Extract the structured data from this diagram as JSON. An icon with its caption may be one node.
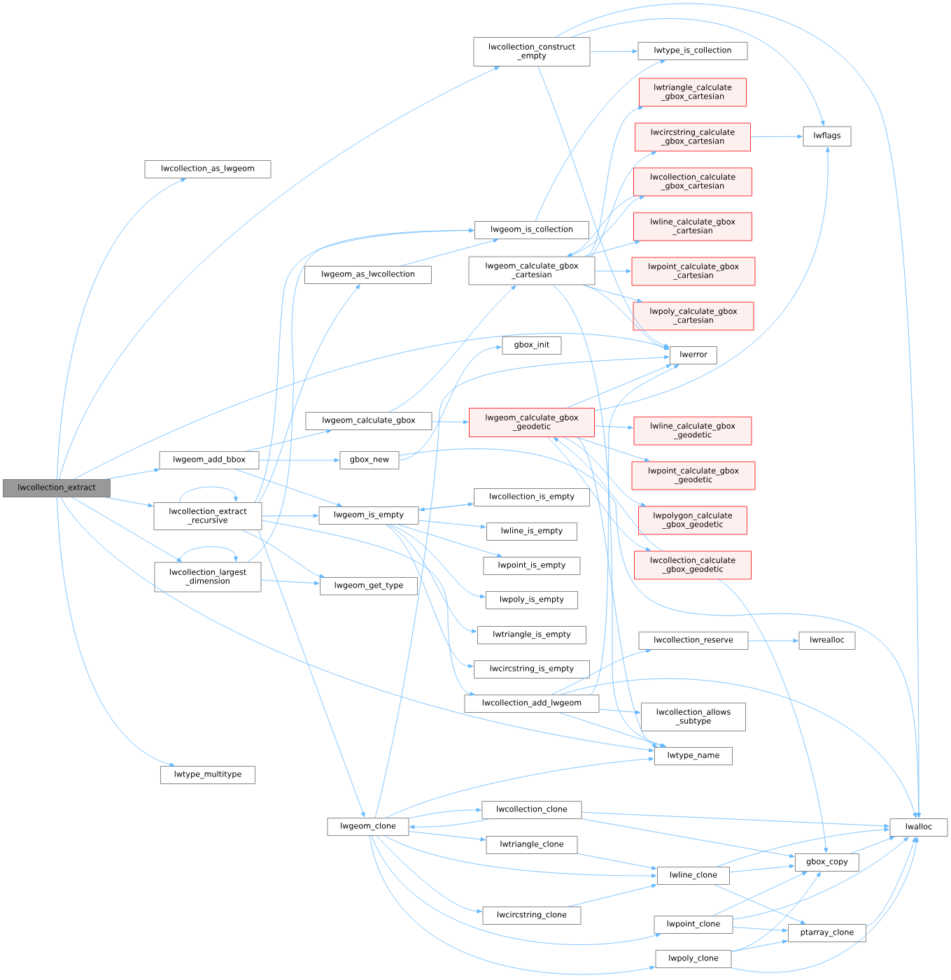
{
  "diagram": {
    "nodes": [
      {
        "text": [
          "lwcollection_extract"
        ]
      },
      {
        "text": [
          "lwcollection_as_lwgeom"
        ]
      },
      {
        "text": [
          "lwcollection_construct _empty"
        ]
      },
      {
        "text": [
          "lwtype_is_collection"
        ]
      },
      {
        "text": [
          "lwtriangle_calculate _gbox_cartesian"
        ]
      },
      {
        "text": [
          "lwcircstring_calculate _gbox_cartesian"
        ]
      },
      {
        "text": [
          "lwflags"
        ]
      },
      {
        "text": [
          "lwcollection_calculate _gbox_cartesian"
        ]
      },
      {
        "text": [
          "lwgeom_is_collection"
        ]
      },
      {
        "text": [
          "lwline_calculate_gbox _cartesian"
        ]
      },
      {
        "text": [
          "lwgeom_as_lwcollection"
        ]
      },
      {
        "text": [
          "lwgeom_calculate_gbox _cartesian"
        ]
      },
      {
        "text": [
          "lwpoint_calculate_gbox _cartesian"
        ]
      },
      {
        "text": [
          "lwpoly_calculate_gbox _cartesian"
        ]
      },
      {
        "text": [
          "gbox_init"
        ]
      },
      {
        "text": [
          "lwerror"
        ]
      },
      {
        "text": [
          "lwgeom_calculate_gbox"
        ]
      },
      {
        "text": [
          "lwgeom_calculate_gbox _geodetic"
        ]
      },
      {
        "text": [
          "lwline_calculate_gbox _geodetic"
        ]
      },
      {
        "text": [
          "lwgeom_add_bbox"
        ]
      },
      {
        "text": [
          "gbox_new"
        ]
      },
      {
        "text": [
          "lwpoint_calculate_gbox _geodetic"
        ]
      },
      {
        "text": [
          "lwcollection_extract _recursive"
        ]
      },
      {
        "text": [
          "lwgeom_is_empty"
        ]
      },
      {
        "text": [
          "lwcollection_is_empty"
        ]
      },
      {
        "text": [
          "lwpolygon_calculate _gbox_geodetic"
        ]
      },
      {
        "text": [
          "lwline_is_empty"
        ]
      },
      {
        "text": [
          "lwcollection_largest _dimension"
        ]
      },
      {
        "text": [
          "lwcollection_calculate _gbox_geodetic"
        ]
      },
      {
        "text": [
          "lwpoint_is_empty"
        ]
      },
      {
        "text": [
          "lwgeom_get_type"
        ]
      },
      {
        "text": [
          "lwpoly_is_empty"
        ]
      },
      {
        "text": [
          "lwtriangle_is_empty"
        ]
      },
      {
        "text": [
          "lwcollection_reserve"
        ]
      },
      {
        "text": [
          "lwrealloc"
        ]
      },
      {
        "text": [
          "lwcircstring_is_empty"
        ]
      },
      {
        "text": [
          "lwcollection_add_lwgeom"
        ]
      },
      {
        "text": [
          "lwcollection_allows _subtype"
        ]
      },
      {
        "text": [
          "lwtype_name"
        ]
      },
      {
        "text": [
          "lwtype_multitype"
        ]
      },
      {
        "text": [
          "lwcollection_clone"
        ]
      },
      {
        "text": [
          "lwgeom_clone"
        ]
      },
      {
        "text": [
          "lwalloc"
        ]
      },
      {
        "text": [
          "lwtriangle_clone"
        ]
      },
      {
        "text": [
          "gbox_copy"
        ]
      },
      {
        "text": [
          "lwline_clone"
        ]
      },
      {
        "text": [
          "lwcircstring_clone"
        ]
      },
      {
        "text": [
          "lwpoint_clone"
        ]
      },
      {
        "text": [
          "ptarray_clone"
        ]
      },
      {
        "text": [
          "lwpoly_clone"
        ]
      }
    ],
    "edges": [
      {
        "from": 0,
        "to": 1,
        "arrow": "to"
      },
      {
        "from": 0,
        "to": 2,
        "arrow": "to"
      },
      {
        "from": 0,
        "to": 15,
        "arrow": "to"
      },
      {
        "from": 0,
        "to": 19,
        "arrow": "to"
      },
      {
        "from": 0,
        "to": 22,
        "arrow": "to"
      },
      {
        "from": 0,
        "to": 27,
        "arrow": "to"
      },
      {
        "from": 0,
        "to": 38,
        "arrow": "to"
      },
      {
        "from": 0,
        "to": 39,
        "arrow": "to"
      },
      {
        "from": 2,
        "to": 3,
        "arrow": "to"
      },
      {
        "from": 2,
        "to": 6,
        "arrow": "to"
      },
      {
        "from": 2,
        "to": 42,
        "arrow": "to"
      },
      {
        "from": 2,
        "to": 15,
        "arrow": "to"
      },
      {
        "from": 8,
        "to": 3,
        "arrow": "to"
      },
      {
        "from": 5,
        "to": 6,
        "arrow": "to"
      },
      {
        "from": 11,
        "to": 4,
        "arrow": "to"
      },
      {
        "from": 11,
        "to": 5,
        "arrow": "to"
      },
      {
        "from": 11,
        "to": 7,
        "arrow": "to"
      },
      {
        "from": 11,
        "to": 9,
        "arrow": "to"
      },
      {
        "from": 11,
        "to": 12,
        "arrow": "to"
      },
      {
        "from": 11,
        "to": 13,
        "arrow": "to"
      },
      {
        "from": 11,
        "to": 15,
        "arrow": "to"
      },
      {
        "from": 11,
        "to": 38,
        "arrow": "to"
      },
      {
        "from": 7,
        "to": 11,
        "arrow": "to"
      },
      {
        "from": 16,
        "to": 11,
        "arrow": "to"
      },
      {
        "from": 16,
        "to": 17,
        "arrow": "to"
      },
      {
        "from": 17,
        "to": 15,
        "arrow": "to"
      },
      {
        "from": 17,
        "to": 6,
        "arrow": "to"
      },
      {
        "from": 17,
        "to": 18,
        "arrow": "to"
      },
      {
        "from": 17,
        "to": 21,
        "arrow": "to"
      },
      {
        "from": 17,
        "to": 25,
        "arrow": "to"
      },
      {
        "from": 17,
        "to": 28,
        "arrow": "to"
      },
      {
        "from": 17,
        "to": 38,
        "arrow": "to"
      },
      {
        "from": 28,
        "to": 17,
        "arrow": "to"
      },
      {
        "from": 28,
        "to": 44,
        "arrow": "to"
      },
      {
        "from": 20,
        "to": 14,
        "arrow": "to"
      },
      {
        "from": 20,
        "to": 42,
        "arrow": "to"
      },
      {
        "from": 19,
        "to": 16,
        "arrow": "to"
      },
      {
        "from": 19,
        "to": 20,
        "arrow": "to"
      },
      {
        "from": 19,
        "to": 23,
        "arrow": "to"
      },
      {
        "from": 22,
        "to": 22,
        "arrow": "to"
      },
      {
        "from": 22,
        "to": 8,
        "arrow": "to"
      },
      {
        "from": 22,
        "to": 10,
        "arrow": "to"
      },
      {
        "from": 22,
        "to": 23,
        "arrow": "to"
      },
      {
        "from": 22,
        "to": 30,
        "arrow": "to"
      },
      {
        "from": 22,
        "to": 36,
        "arrow": "to"
      },
      {
        "from": 22,
        "to": 41,
        "arrow": "to"
      },
      {
        "from": 27,
        "to": 27,
        "arrow": "to"
      },
      {
        "from": 27,
        "to": 30,
        "arrow": "to"
      },
      {
        "from": 27,
        "to": 8,
        "arrow": "to"
      },
      {
        "from": 10,
        "to": 8,
        "arrow": "to"
      },
      {
        "from": 24,
        "to": 23,
        "arrow": "to"
      },
      {
        "from": 23,
        "to": 24,
        "arrow": "to"
      },
      {
        "from": 23,
        "to": 26,
        "arrow": "to"
      },
      {
        "from": 23,
        "to": 29,
        "arrow": "to"
      },
      {
        "from": 23,
        "to": 31,
        "arrow": "to"
      },
      {
        "from": 23,
        "to": 32,
        "arrow": "to"
      },
      {
        "from": 23,
        "to": 35,
        "arrow": "to"
      },
      {
        "from": 36,
        "to": 33,
        "arrow": "to"
      },
      {
        "from": 36,
        "to": 15,
        "arrow": "to"
      },
      {
        "from": 36,
        "to": 42,
        "arrow": "to"
      },
      {
        "from": 36,
        "to": 37,
        "arrow": "to"
      },
      {
        "from": 36,
        "to": 38,
        "arrow": "to"
      },
      {
        "from": 33,
        "to": 34,
        "arrow": "to"
      },
      {
        "from": 41,
        "to": 15,
        "arrow": "to"
      },
      {
        "from": 41,
        "to": 38,
        "arrow": "to"
      },
      {
        "from": 41,
        "to": 40,
        "arrow": "to"
      },
      {
        "from": 40,
        "to": 41,
        "arrow": "to"
      },
      {
        "from": 41,
        "to": 43,
        "arrow": "to"
      },
      {
        "from": 41,
        "to": 45,
        "arrow": "to"
      },
      {
        "from": 41,
        "to": 46,
        "arrow": "to"
      },
      {
        "from": 41,
        "to": 47,
        "arrow": "to"
      },
      {
        "from": 41,
        "to": 49,
        "arrow": "to"
      },
      {
        "from": 40,
        "to": 42,
        "arrow": "to"
      },
      {
        "from": 40,
        "to": 44,
        "arrow": "to"
      },
      {
        "from": 43,
        "to": 45,
        "arrow": "to"
      },
      {
        "from": 46,
        "to": 45,
        "arrow": "to"
      },
      {
        "from": 45,
        "to": 42,
        "arrow": "to"
      },
      {
        "from": 45,
        "to": 44,
        "arrow": "to"
      },
      {
        "from": 45,
        "to": 48,
        "arrow": "to"
      },
      {
        "from": 47,
        "to": 44,
        "arrow": "to"
      },
      {
        "from": 47,
        "to": 48,
        "arrow": "to"
      },
      {
        "from": 47,
        "to": 42,
        "arrow": "to"
      },
      {
        "from": 49,
        "to": 48,
        "arrow": "to"
      },
      {
        "from": 49,
        "to": 44,
        "arrow": "to"
      },
      {
        "from": 49,
        "to": 42,
        "arrow": "to"
      },
      {
        "from": 48,
        "to": 42,
        "arrow": "to"
      },
      {
        "from": 44,
        "to": 42,
        "arrow": "to"
      }
    ]
  }
}
